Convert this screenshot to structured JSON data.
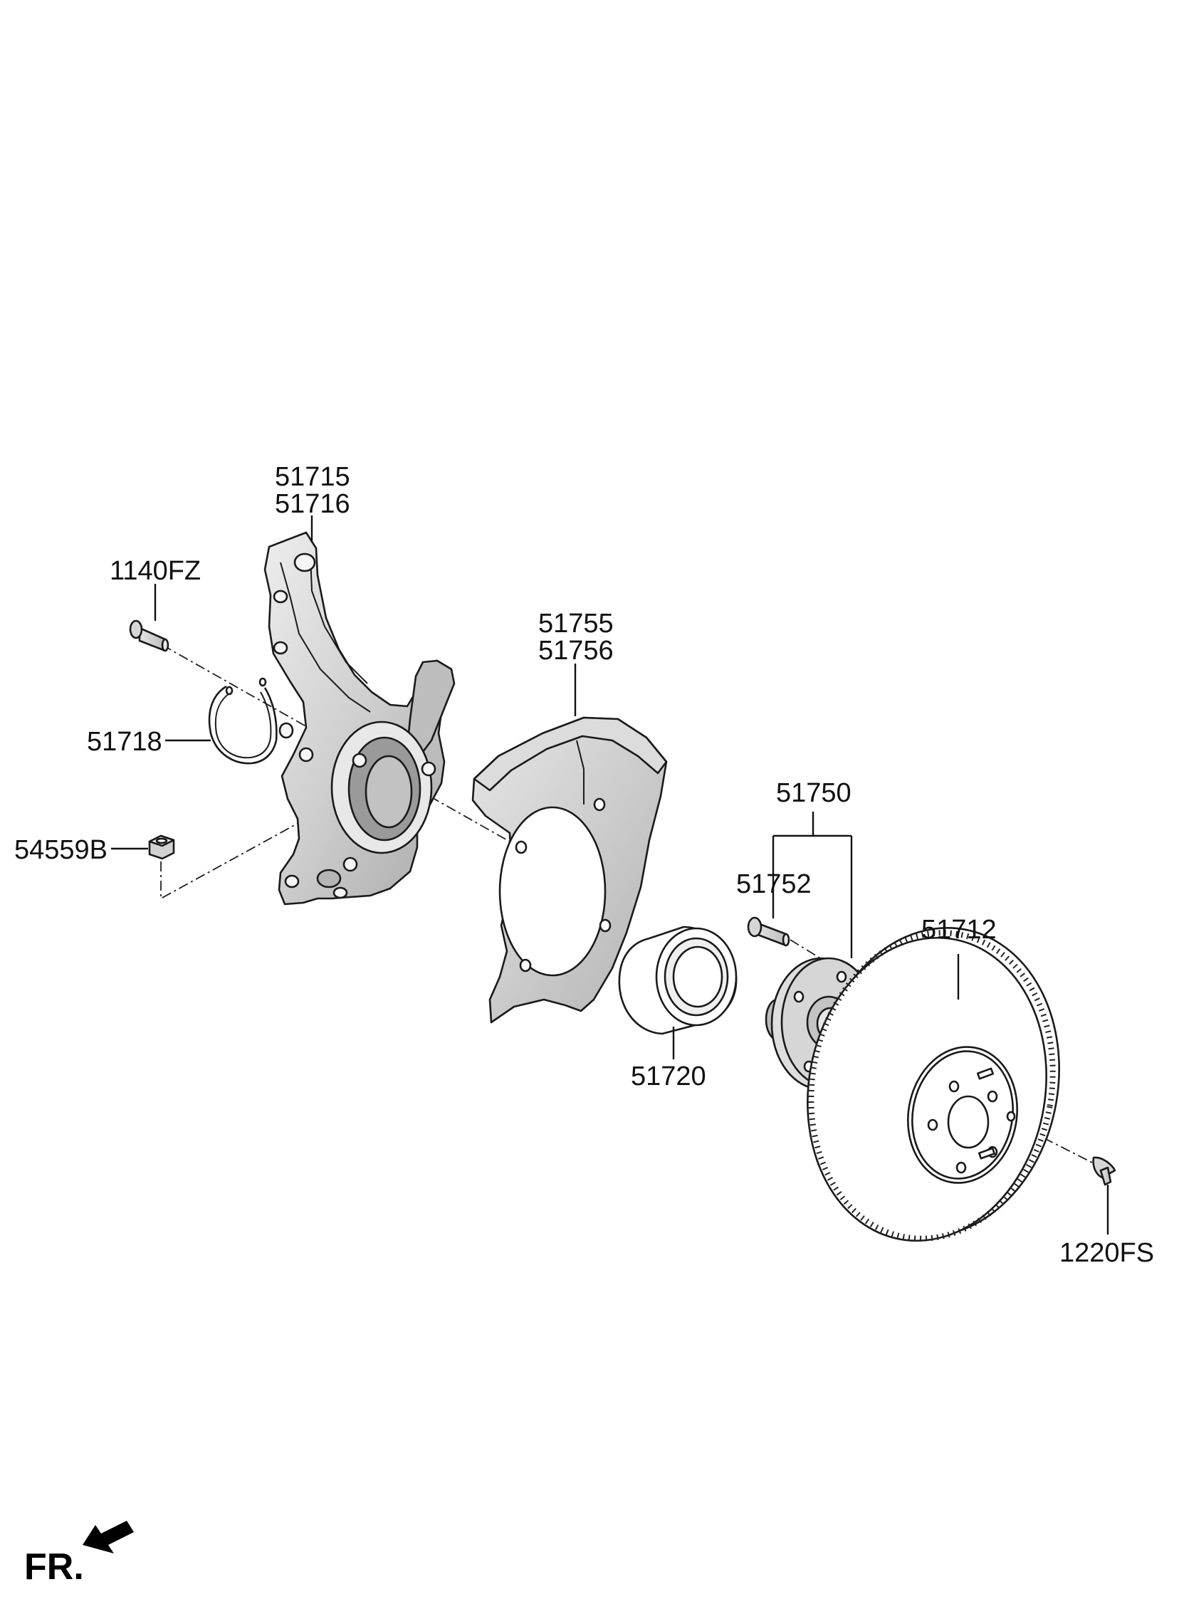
{
  "labels": {
    "knuckle_a": "51715",
    "knuckle_b": "51716",
    "bolt": "1140FZ",
    "snap_ring": "51718",
    "nut": "54559B",
    "dust_cover_a": "51755",
    "dust_cover_b": "51756",
    "hub_assy": "51750",
    "hub_bolt": "51752",
    "disc": "51712",
    "bearing": "51720",
    "screw": "1220FS"
  },
  "orientation_label": "FR.",
  "colors": {
    "line": "#111111",
    "part_fill_light": "#ececec",
    "part_fill_mid": "#c9c9c9",
    "part_fill_dark": "#a8a8a8",
    "background": "#ffffff"
  }
}
